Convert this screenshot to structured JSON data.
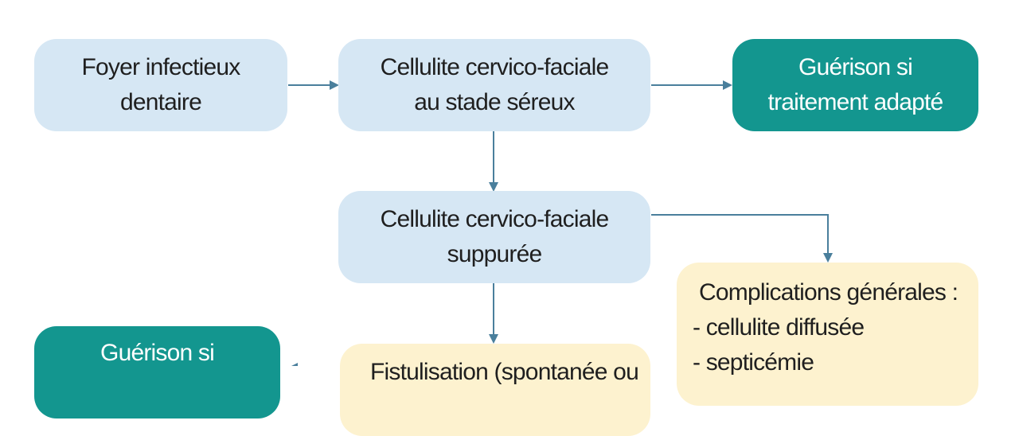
{
  "nodes": {
    "foyer": {
      "lines": [
        "Foyer infectieux",
        "dentaire"
      ]
    },
    "sereux": {
      "lines": [
        "Cellulite cervico-faciale",
        "au stade séreux"
      ]
    },
    "guerison_top": {
      "lines": [
        "Guérison si",
        "traitement adapté"
      ]
    },
    "suppuree": {
      "lines": [
        "Cellulite cervico-faciale",
        "suppurée"
      ]
    },
    "complications": {
      "lines": [
        "Complications générales :",
        "- cellulite diffusée",
        "- septicémie"
      ]
    },
    "guerison_bottom": {
      "lines": [
        "Guérison si"
      ]
    },
    "fistulisation": {
      "lines": [
        "Fistulisation (spontanée ou"
      ]
    }
  },
  "colors": {
    "light_box": "#d6e7f4",
    "teal_box": "#13968f",
    "cream_box": "#fdf2cf",
    "arrow": "#4a7f9c"
  }
}
